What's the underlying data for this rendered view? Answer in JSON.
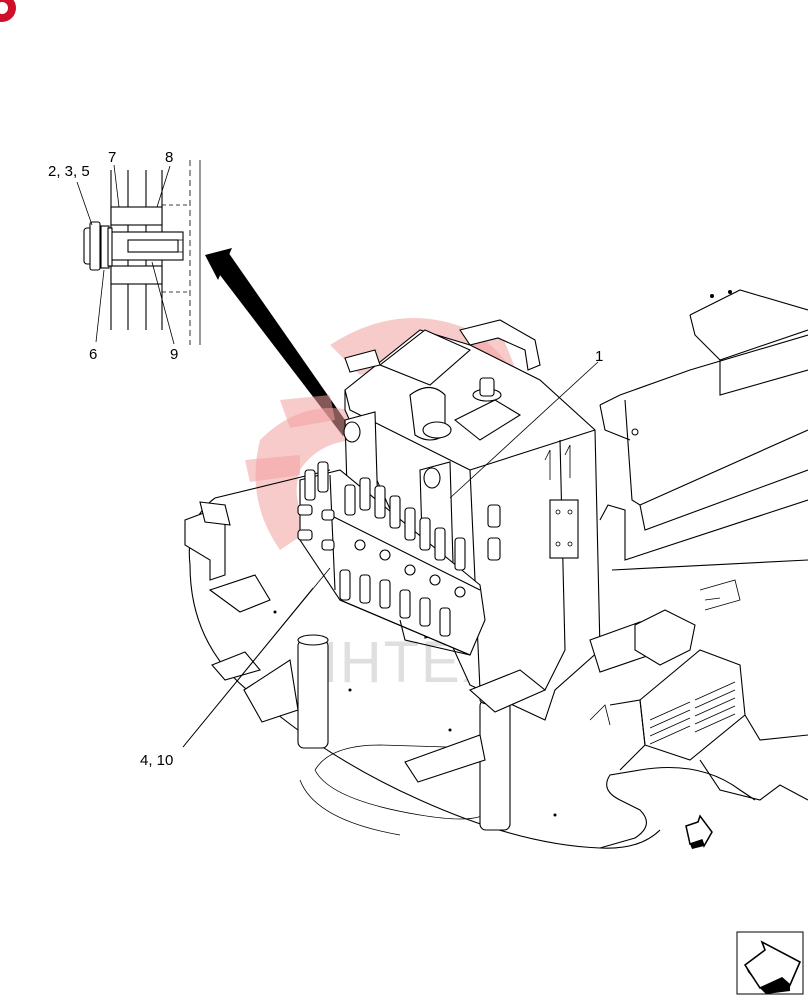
{
  "labels": {
    "callout_2_3_5": "2, 3, 5",
    "callout_7": "7",
    "callout_8": "8",
    "callout_6": "6",
    "callout_9": "9",
    "callout_1": "1",
    "callout_4_10": "4, 10"
  },
  "watermark": {
    "text": "ИНТЕХ",
    "color": "#f3a0a0"
  },
  "icons": {
    "corner_badge": "red-circle-icon",
    "direction_arrow": "forward-arrow-icon",
    "nav_button": "next-page-arrow-icon"
  },
  "colors": {
    "line": "#000000",
    "watermark_logo": "#f3a0a0",
    "badge": "#d0102a"
  }
}
